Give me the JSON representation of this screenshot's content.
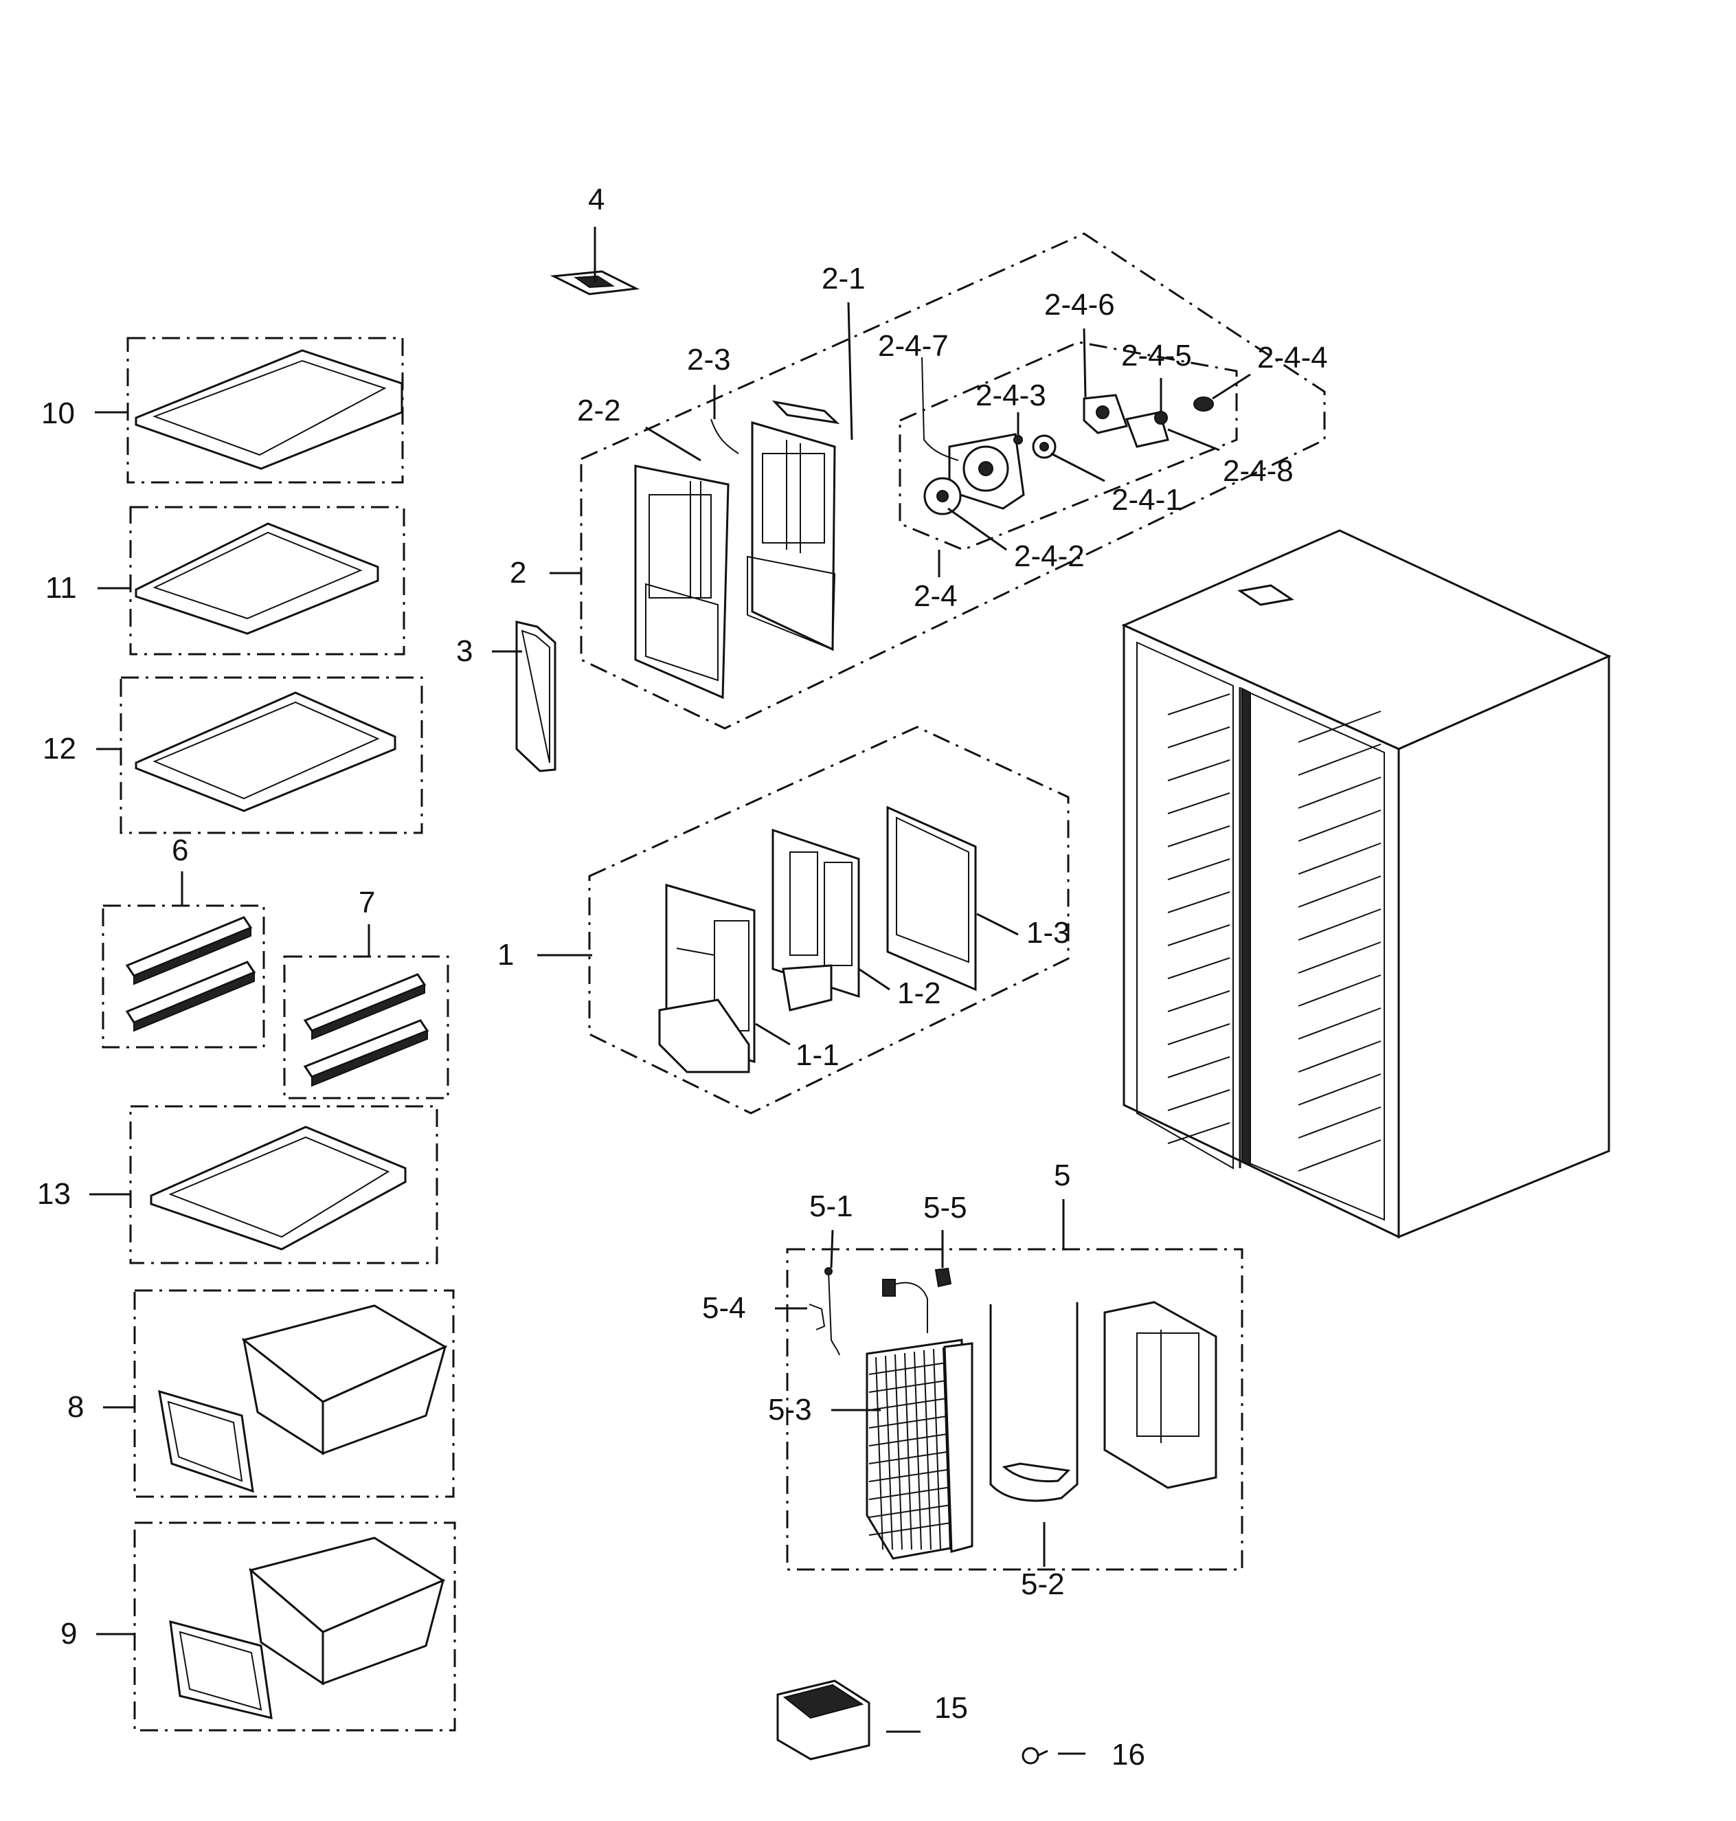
{
  "labels": {
    "p1": "1",
    "p1_1": "1-1",
    "p1_2": "1-2",
    "p1_3": "1-3",
    "p2": "2",
    "p2_1": "2-1",
    "p2_2": "2-2",
    "p2_3": "2-3",
    "p2_4": "2-4",
    "p2_4_1": "2-4-1",
    "p2_4_2": "2-4-2",
    "p2_4_3": "2-4-3",
    "p2_4_4": "2-4-4",
    "p2_4_5": "2-4-5",
    "p2_4_6": "2-4-6",
    "p2_4_7": "2-4-7",
    "p2_4_8": "2-4-8",
    "p3": "3",
    "p4": "4",
    "p5": "5",
    "p5_1": "5-1",
    "p5_2": "5-2",
    "p5_3": "5-3",
    "p5_4": "5-4",
    "p5_5": "5-5",
    "p6": "6",
    "p7": "7",
    "p8": "8",
    "p9": "9",
    "p10": "10",
    "p11": "11",
    "p12": "12",
    "p13": "13",
    "p15": "15",
    "p16": "16"
  }
}
